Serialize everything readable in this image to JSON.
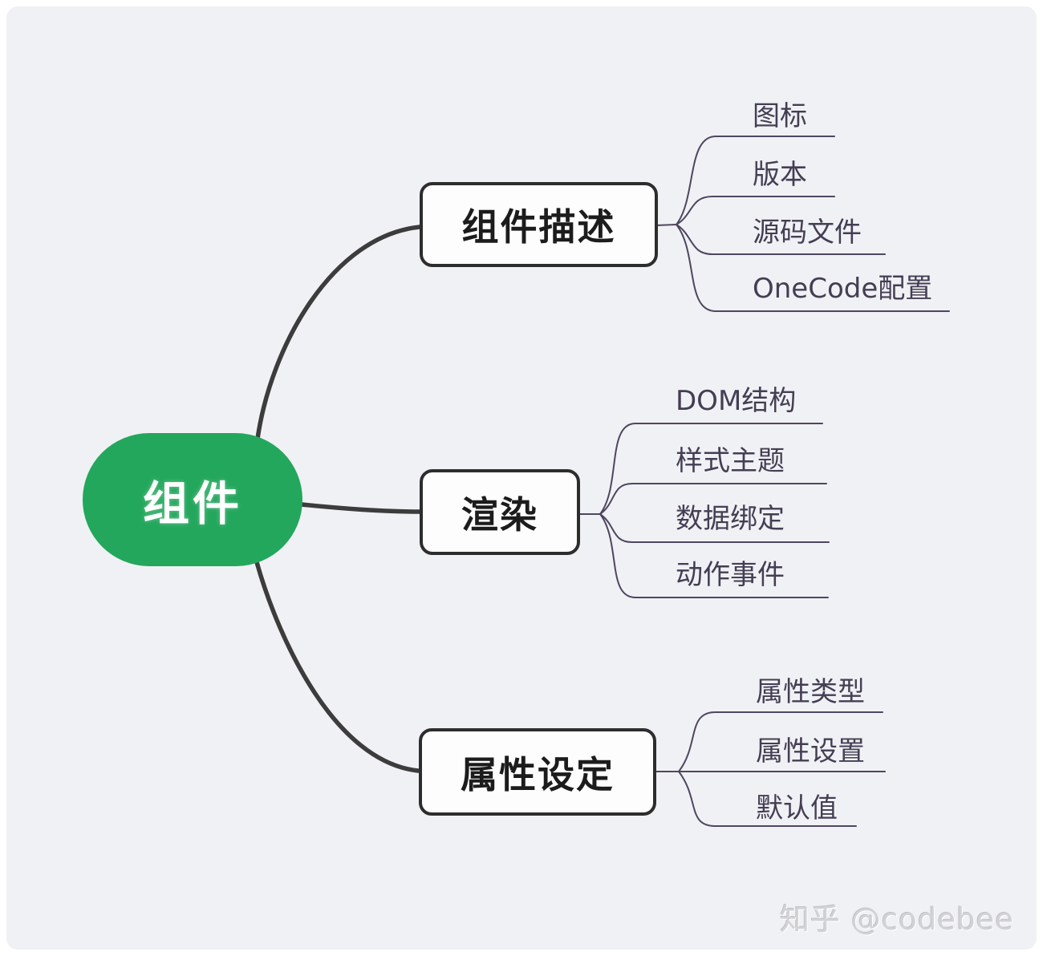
{
  "root": {
    "label": "组件"
  },
  "branches": [
    {
      "label": "组件描述",
      "children": [
        {
          "label": "图标"
        },
        {
          "label": "版本"
        },
        {
          "label": "源码文件"
        },
        {
          "label": "OneCode配置"
        }
      ]
    },
    {
      "label": "渲染",
      "children": [
        {
          "label": "DOM结构"
        },
        {
          "label": "样式主题"
        },
        {
          "label": "数据绑定"
        },
        {
          "label": "动作事件"
        }
      ]
    },
    {
      "label": "属性设定",
      "children": [
        {
          "label": "属性类型"
        },
        {
          "label": "属性设置"
        },
        {
          "label": "默认值"
        }
      ]
    }
  ],
  "watermark": {
    "text": "知乎 @codebee"
  },
  "colors": {
    "background": "#f0f1f4",
    "root_fill": "#23a75c",
    "root_text": "#ffffff",
    "topic_fill": "#fdfdfe",
    "topic_border": "#2d2d2d",
    "topic_text": "#1c1c1c",
    "leaf_text": "#443e54",
    "branch_line": "#3c3c3c",
    "leaf_line": "#4e4660",
    "watermark_text": "#d2d3d7"
  }
}
